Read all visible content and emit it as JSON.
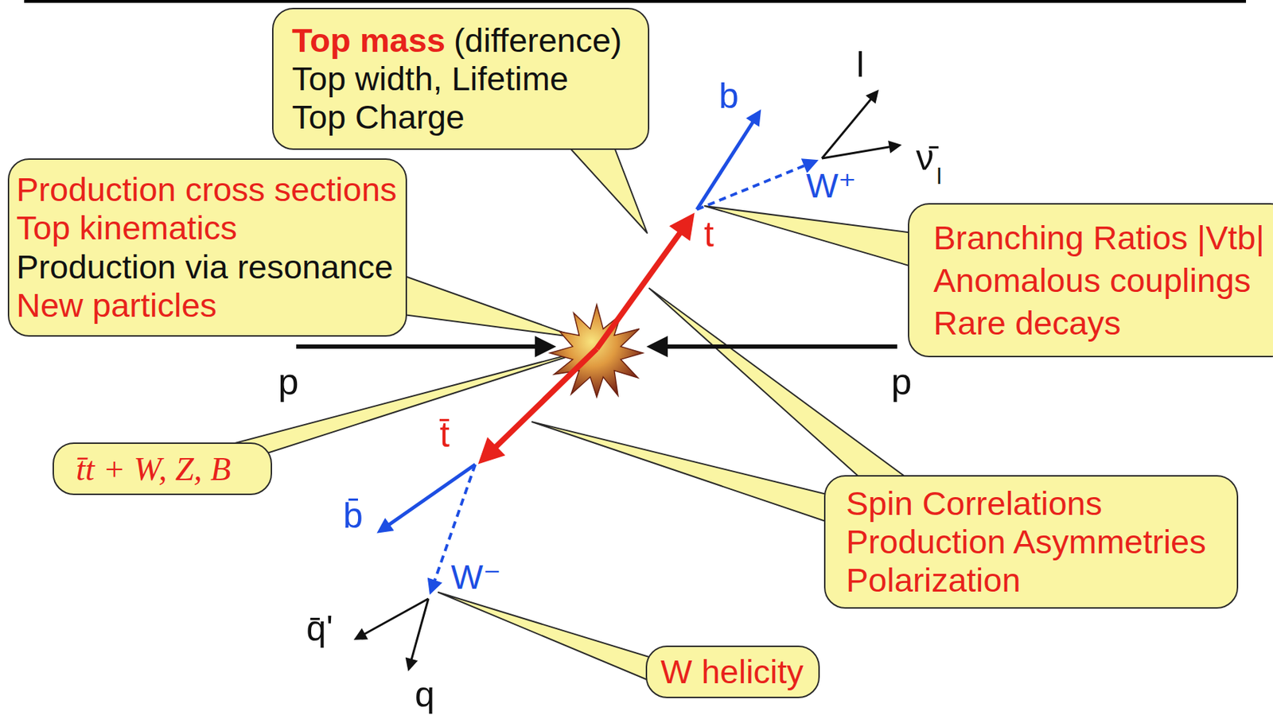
{
  "diagram": {
    "nodes": [
      {
        "text": [
          "Top mass",
          "(difference)",
          "Top width, Lifetime",
          "Top Charge"
        ]
      },
      {
        "text": [
          "Production cross sections",
          "Top kinematics",
          "Production via resonance",
          "New particles"
        ]
      },
      {
        "text": [
          "Branching Ratios |Vtb|",
          "Anomalous couplings",
          "Rare decays"
        ]
      },
      {
        "text": [
          "t̄t + W, Z, B"
        ]
      },
      {
        "text": [
          "Spin Correlations",
          "Production Asymmetries",
          "Polarization"
        ]
      },
      {
        "text": [
          "W helicity"
        ]
      }
    ],
    "labels": [
      "l",
      "b",
      "ν̄",
      "l",
      "W⁺",
      "t",
      "p",
      "p",
      "t̄",
      "b̄",
      "W⁻",
      "q̄'",
      "q"
    ]
  }
}
